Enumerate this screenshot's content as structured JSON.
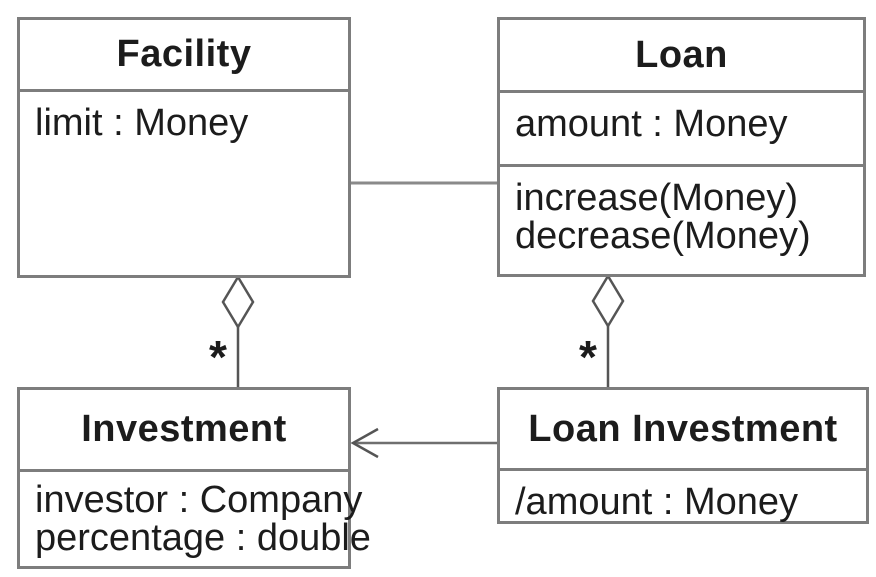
{
  "diagram": {
    "kind": "uml-class-diagram",
    "background_color": "#ffffff",
    "border_color": "#7d7d7d",
    "line_color": "#555555",
    "text_color": "#1c1c1c"
  },
  "classes": {
    "facility": {
      "name": "Facility",
      "attributes": [
        "limit : Money"
      ]
    },
    "loan": {
      "name": "Loan",
      "attributes": [
        "amount : Money"
      ],
      "operations": [
        "increase(Money)",
        "decrease(Money)"
      ]
    },
    "investment": {
      "name": "Investment",
      "attributes": [
        "investor : Company",
        "percentage : double"
      ]
    },
    "loan_investment": {
      "name": "Loan Investment",
      "attributes": [
        "/amount : Money"
      ]
    }
  },
  "relationships": {
    "facility_loan": {
      "kind": "association",
      "from": "Facility",
      "to": "Loan"
    },
    "facility_investment": {
      "kind": "aggregation",
      "whole": "Facility",
      "part": "Investment",
      "multiplicity": "*"
    },
    "loan_loan_investment": {
      "kind": "aggregation",
      "whole": "Loan",
      "part": "Loan Investment",
      "multiplicity": "*"
    },
    "loan_investment_investment": {
      "kind": "directed-association",
      "from": "Loan Investment",
      "to": "Investment"
    }
  }
}
